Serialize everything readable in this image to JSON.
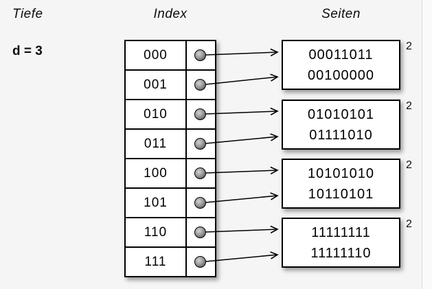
{
  "labels": {
    "depth_header": "Tiefe",
    "depth_value": "d = 3",
    "index_header": "Index",
    "pages_header": "Seiten"
  },
  "index": {
    "rows": [
      "000",
      "001",
      "010",
      "011",
      "100",
      "101",
      "110",
      "111"
    ]
  },
  "pages": {
    "items": [
      {
        "lines": [
          "00011011",
          "00100000"
        ],
        "local_depth": "2"
      },
      {
        "lines": [
          "01010101",
          "01111010"
        ],
        "local_depth": "2"
      },
      {
        "lines": [
          "10101010",
          "10110101"
        ],
        "local_depth": "2"
      },
      {
        "lines": [
          "11111111",
          "11111110"
        ],
        "local_depth": "2"
      }
    ]
  },
  "colors": {
    "stroke": "#000000",
    "box_fill": "#ffffff",
    "background": "#f5f5f6",
    "dot_light": "#d2d2d2",
    "dot_dark": "#3d3d3d"
  }
}
